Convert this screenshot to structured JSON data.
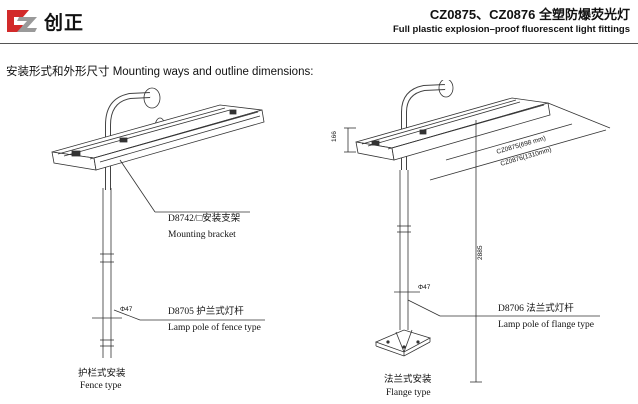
{
  "header": {
    "brand": "创正",
    "title": "CZ0875、CZ0876 全塑防爆荧光灯",
    "subtitle": "Full plastic explosion–proof  fluorescent light fittings"
  },
  "section_title": "安装形式和外形尺寸 Mounting ways and outline dimensions:",
  "left_figure": {
    "bracket_cn": "D8742/□安装支架",
    "bracket_en": "Mounting bracket",
    "pole_dim": "Φ47",
    "pole_cn": "D8705 护兰式灯杆",
    "pole_en": "Lamp pole of fence type",
    "caption_cn": "护栏式安装",
    "caption_en": "Fence type"
  },
  "right_figure": {
    "height_dim": "166",
    "len1": "CZ0875(698 mm)",
    "len2": "CZ0876(1310mm)",
    "total_height": "2885",
    "pole_dim": "Φ47",
    "pole_cn": "D8706 法兰式灯杆",
    "pole_en": "Lamp pole of flange type",
    "caption_cn": "法兰式安装",
    "caption_en": "Flange type"
  },
  "colors": {
    "line": "#333333",
    "logo_red": "#d22a2a",
    "logo_gray": "#9a9a9a"
  }
}
